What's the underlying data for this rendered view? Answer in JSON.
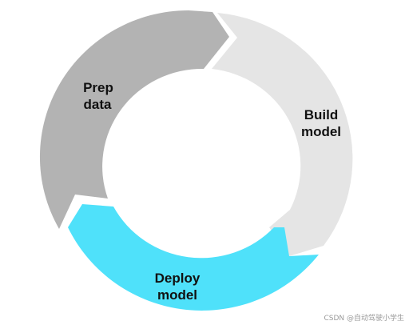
{
  "segments": [
    {
      "id": "prep",
      "line1": "Prep",
      "line2": "data",
      "color": "#b3b3b3"
    },
    {
      "id": "build",
      "line1": "Build",
      "line2": "model",
      "color": "#e5e5e5"
    },
    {
      "id": "deploy",
      "line1": "Deploy",
      "line2": "model",
      "color": "#4fe1fa"
    }
  ],
  "watermark": "CSDN @自动驾驶小学生"
}
